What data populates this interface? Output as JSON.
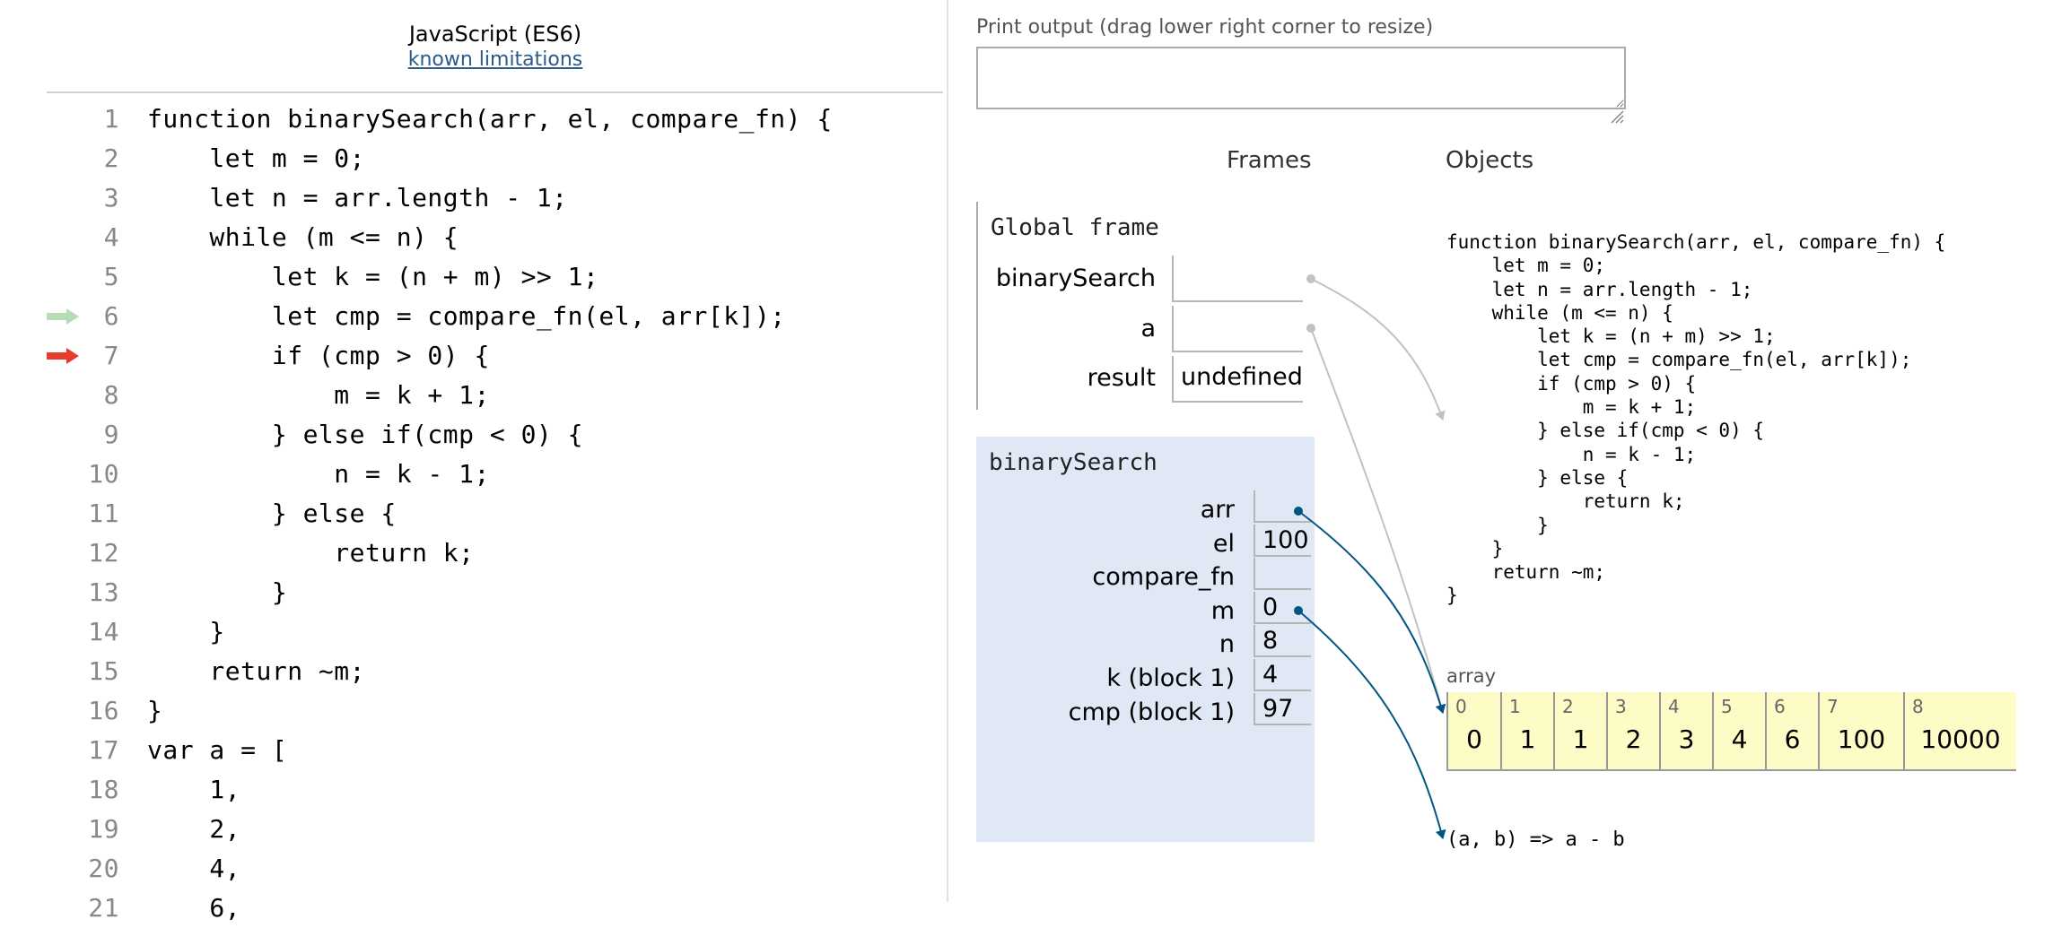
{
  "header": {
    "language": "JavaScript (ES6)",
    "limitations_link": "known limitations"
  },
  "code": {
    "lines": [
      {
        "n": "1",
        "text": "function binarySearch(arr, el, compare_fn) {"
      },
      {
        "n": "2",
        "text": "    let m = 0;"
      },
      {
        "n": "3",
        "text": "    let n = arr.length - 1;"
      },
      {
        "n": "4",
        "text": "    while (m <= n) {"
      },
      {
        "n": "5",
        "text": "        let k = (n + m) >> 1;"
      },
      {
        "n": "6",
        "text": "        let cmp = compare_fn(el, arr[k]);"
      },
      {
        "n": "7",
        "text": "        if (cmp > 0) {"
      },
      {
        "n": "8",
        "text": "            m = k + 1;"
      },
      {
        "n": "9",
        "text": "        } else if(cmp < 0) {"
      },
      {
        "n": "10",
        "text": "            n = k - 1;"
      },
      {
        "n": "11",
        "text": "        } else {"
      },
      {
        "n": "12",
        "text": "            return k;"
      },
      {
        "n": "13",
        "text": "        }"
      },
      {
        "n": "14",
        "text": "    }"
      },
      {
        "n": "15",
        "text": "    return ~m;"
      },
      {
        "n": "16",
        "text": "}"
      },
      {
        "n": "17",
        "text": "var a = ["
      },
      {
        "n": "18",
        "text": "    1,"
      },
      {
        "n": "19",
        "text": "    2,"
      },
      {
        "n": "20",
        "text": "    4,"
      },
      {
        "n": "21",
        "text": "    6,"
      }
    ],
    "prev_line": "6",
    "next_line": "7",
    "prev_arrow_color": "#b7dcb5",
    "next_arrow_color": "#e53c2c"
  },
  "print_output": {
    "label": "Print output (drag lower right corner to resize)",
    "value": ""
  },
  "visualizer": {
    "frames_header": "Frames",
    "objects_header": "Objects",
    "global_frame": {
      "title": "Global frame",
      "vars": [
        {
          "name": "binarySearch",
          "value": ""
        },
        {
          "name": "a",
          "value": ""
        },
        {
          "name": "result",
          "value": "undefined"
        }
      ]
    },
    "bs_frame": {
      "title": "binarySearch",
      "vars": [
        {
          "name": "arr",
          "value": ""
        },
        {
          "name": "el",
          "value": "100"
        },
        {
          "name": "compare_fn",
          "value": ""
        },
        {
          "name": "m",
          "value": "0"
        },
        {
          "name": "n",
          "value": "8"
        },
        {
          "name": "k (block 1)",
          "value": "4"
        },
        {
          "name": "cmp (block 1)",
          "value": "97"
        }
      ]
    },
    "function_object": "function binarySearch(arr, el, compare_fn) {\n    let m = 0;\n    let n = arr.length - 1;\n    while (m <= n) {\n        let k = (n + m) >> 1;\n        let cmp = compare_fn(el, arr[k]);\n        if (cmp > 0) {\n            m = k + 1;\n        } else if(cmp < 0) {\n            n = k - 1;\n        } else {\n            return k;\n        }\n    }\n    return ~m;\n}",
    "array_object": {
      "label": "array",
      "cells": [
        {
          "i": "0",
          "v": "0"
        },
        {
          "i": "1",
          "v": "1"
        },
        {
          "i": "2",
          "v": "1"
        },
        {
          "i": "3",
          "v": "2"
        },
        {
          "i": "4",
          "v": "3"
        },
        {
          "i": "5",
          "v": "4"
        },
        {
          "i": "6",
          "v": "6"
        },
        {
          "i": "7",
          "v": "100"
        },
        {
          "i": "8",
          "v": "10000"
        }
      ]
    },
    "lambda_object": "(a, b) => a - b",
    "pointer_colors": {
      "global": "#c2c2c2",
      "local": "#005583"
    }
  }
}
